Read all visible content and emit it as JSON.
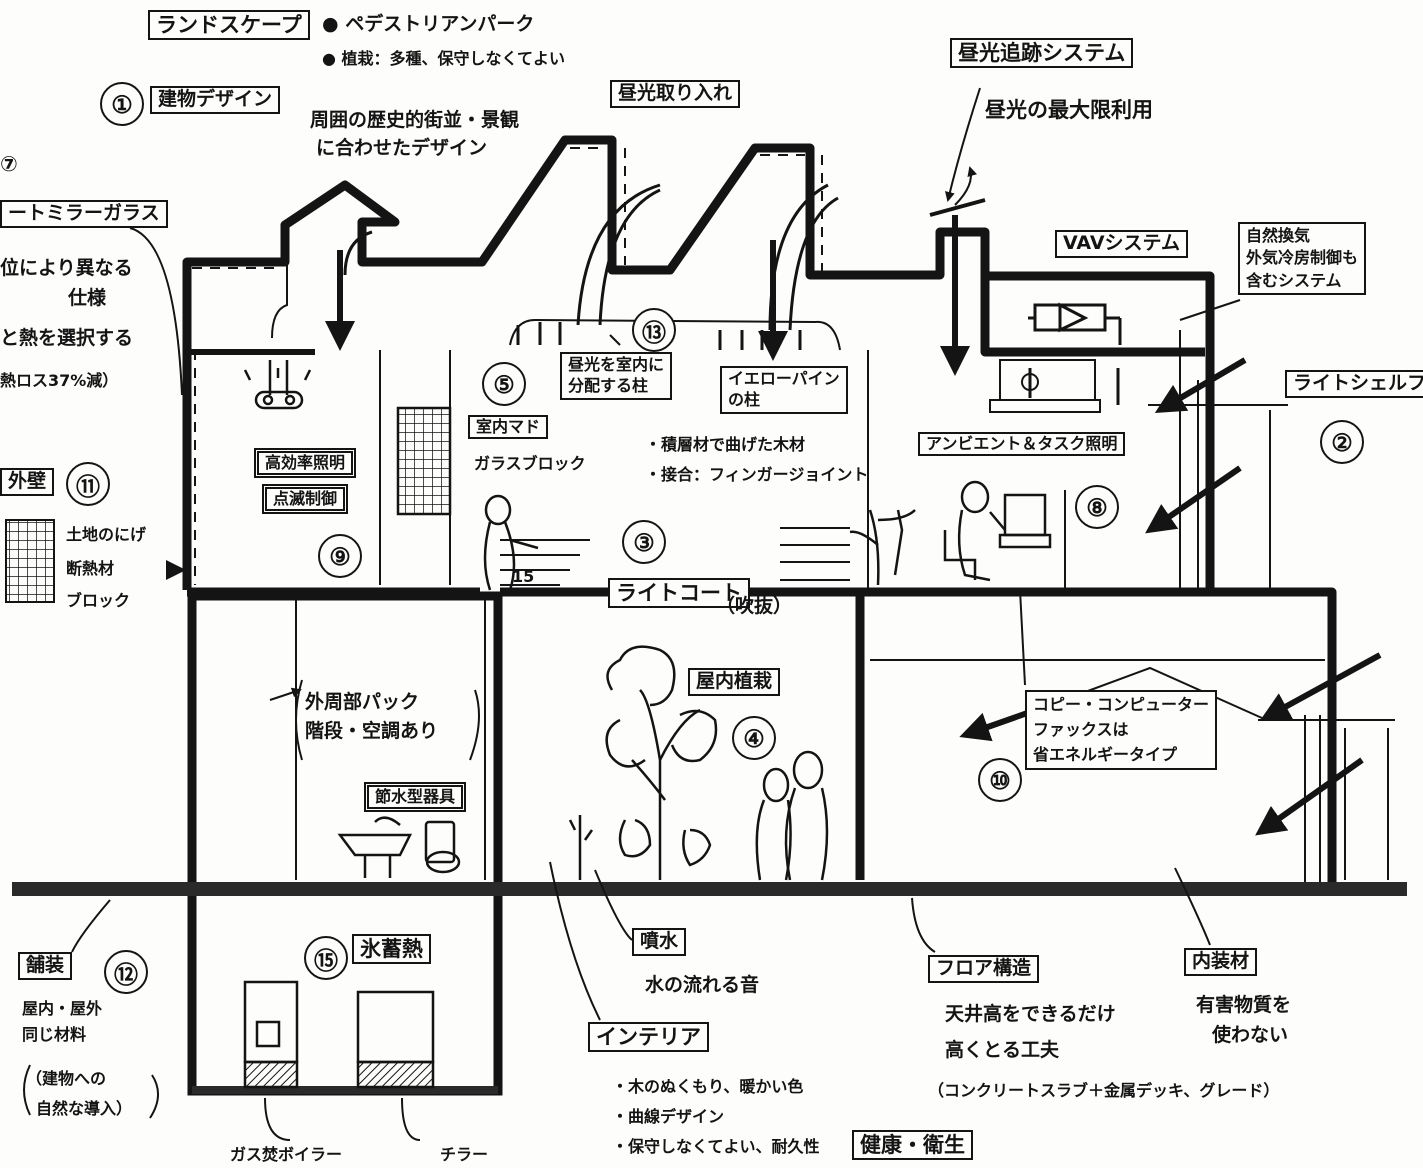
{
  "labels": {
    "landscape": "ランドスケープ",
    "pedestrian": "● ペデストリアンパーク",
    "planting": "● 植栽：多種、保守しなくてよい",
    "daylight_intake": "昼光取り入れ",
    "daylight_tracking": "昼光追跡システム",
    "daylight_max": "昼光の最大限利用",
    "num1": "①",
    "building_design": "建物デザイン",
    "building_design_note1": "周囲の歴史的街並・景観",
    "building_design_note2": "に合わせたデザイン",
    "num7": "⑦",
    "smart_mirror_glass": "ートミラーガラス",
    "glass_note1": "位により異なる",
    "glass_note2": "仕様",
    "glass_note3": "と熱を選択する",
    "glass_note4": "熱ロス37%減）",
    "vav": "VAVシステム",
    "natural_vent1": "自然換気",
    "natural_vent2": "外気冷房制御も",
    "natural_vent3": "含むシステム",
    "num13": "⑬",
    "daylight_dist1": "昼光を室内に",
    "daylight_dist2": "分配する柱",
    "yellow_pine1": "イエローパイン",
    "yellow_pine2": "の柱",
    "pine_note1": "・積層材で曲げた木材",
    "pine_note2": "・接合：フィンガージョイント",
    "num5": "⑤",
    "window": "室内マド",
    "glass_block": "ガラスブロック",
    "light_shelf": "ライトシェルフ",
    "num2": "②",
    "ambient_task": "アンビエント＆タスク照明",
    "hi_eff_light": "高効率照明",
    "dimmer": "点滅制御",
    "num9": "⑨",
    "num11": "⑪",
    "wall": "外壁",
    "wall_finish": "土地のにげ",
    "insulation": "断熱材",
    "block": "ブロック",
    "num3": "③",
    "light_court": "ライトコート",
    "atrium": "（吹抜）",
    "num8": "⑧",
    "perimeter_pack1": "外周部パック",
    "perimeter_pack2": "階段・空調あり",
    "water_saving": "節水型器具",
    "indoor_plants": "屋内植栽",
    "num4": "④",
    "office_equip1": "コピー・コンピューター",
    "office_equip2": "ファックスは",
    "office_equip3": "省エネルギータイプ",
    "num10": "⑩",
    "num15": "⑮",
    "ice_storage": "氷蓄熱",
    "fountain": "噴水",
    "water_sound": "水の流れる音",
    "floor_structure": "フロア構造",
    "floor_note1": "天井高をできるだけ",
    "floor_note2": "高くとる工夫",
    "floor_note3": "（コンクリートスラブ＋金属デッキ、グレード）",
    "interior_mat": "内装材",
    "interior_mat_note1": "有害物質を",
    "interior_mat_note2": "使わない",
    "paving": "舗装",
    "num12": "⑫",
    "paving_note1": "屋内・屋外",
    "paving_note2": "同じ材料",
    "paving_note3": "（建物への",
    "paving_note4": "自然な導入）",
    "interior": "インテリア",
    "interior_note1": "・木のぬくもり、暖かい色",
    "interior_note2": "・曲線デザイン",
    "interior_note3": "・保守しなくてよい、耐久性",
    "health": "健康・衛生",
    "gas_boiler": "ガス焚ボイラー",
    "chiller": "チラー",
    "mark_15": "15"
  },
  "colors": {
    "ink": "#141414",
    "paper": "#fdfdfb",
    "ground": "#2a2a2a"
  }
}
